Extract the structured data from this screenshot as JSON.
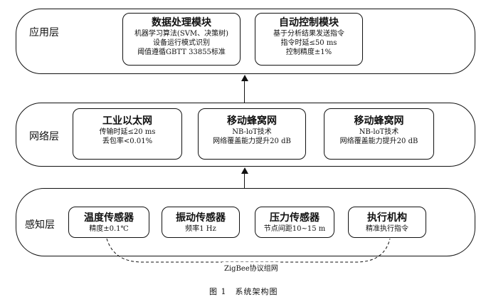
{
  "caption": "图 1　系统架构图",
  "layers": {
    "app": {
      "label": "应用层",
      "modules": [
        {
          "title": "数据处理模块",
          "lines": [
            "机器学习算法(SVM、决策树)",
            "设备运行模式识别",
            "阈值遵循GBTT 33855标准"
          ]
        },
        {
          "title": "自动控制模块",
          "lines": [
            "基于分析结果发送指令",
            "指令时延≤50 ms",
            "控制精度±1%"
          ]
        }
      ]
    },
    "network": {
      "label": "网络层",
      "modules": [
        {
          "title": "工业以太网",
          "lines": [
            "传输时延≤20 ms",
            "丢包率<0.01%"
          ]
        },
        {
          "title": "移动蜂窝网",
          "lines": [
            "NB-loT技术",
            "网络覆盖能力提升20 dB"
          ]
        },
        {
          "title": "移动蜂窝网",
          "lines": [
            "NB-loT技术",
            "网络覆盖能力提升20 dB"
          ]
        }
      ]
    },
    "perception": {
      "label": "感知层",
      "modules": [
        {
          "title": "温度传感器",
          "lines": [
            "精度±0.1℃"
          ]
        },
        {
          "title": "振动传感器",
          "lines": [
            "频率1 Hz"
          ]
        },
        {
          "title": "压力传感器",
          "lines": [
            "节点间距10~15 m"
          ]
        },
        {
          "title": "执行机构",
          "lines": [
            "精准执行指令"
          ]
        }
      ],
      "network_label": "ZigBee协议组网"
    }
  }
}
